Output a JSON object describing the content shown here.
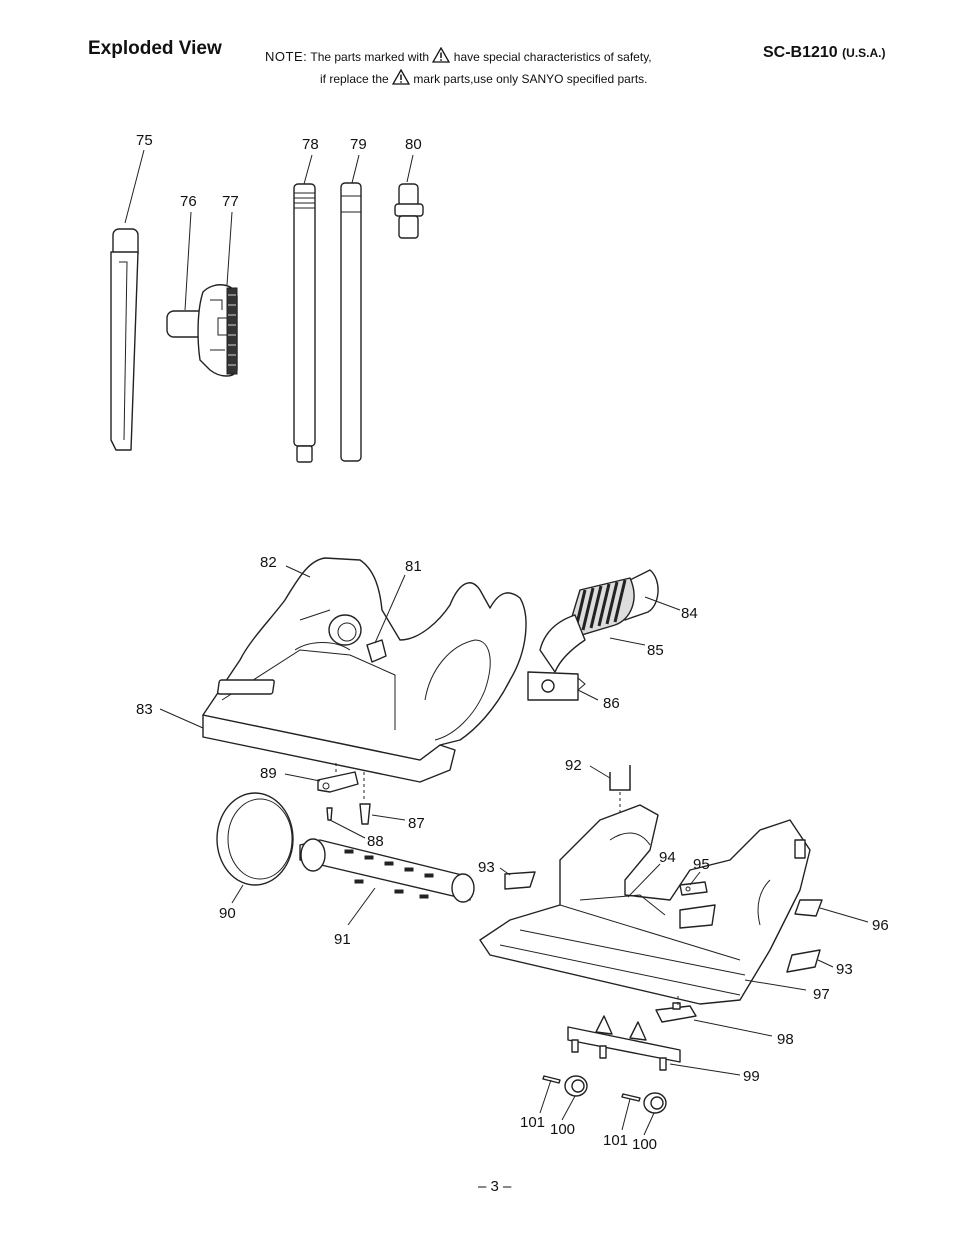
{
  "header": {
    "title": "Exploded View",
    "note_label": "NOTE:",
    "note_line1_pre": "The parts marked with",
    "note_line1_post": "have special characteristics of safety,",
    "note_line2_pre": "if replace the",
    "note_line2_post": "mark parts,use only SANYO specified parts.",
    "model": "SC-B1210",
    "region": "(U.S.A.)"
  },
  "footer": {
    "page": "– 3 –"
  },
  "parts": {
    "p75": "75",
    "p76": "76",
    "p77": "77",
    "p78": "78",
    "p79": "79",
    "p80": "80",
    "p81": "81",
    "p82": "82",
    "p83": "83",
    "p84": "84",
    "p85": "85",
    "p86": "86",
    "p87": "87",
    "p88": "88",
    "p89": "89",
    "p90": "90",
    "p91": "91",
    "p92": "92",
    "p93a": "93",
    "p93b": "93",
    "p94": "94",
    "p95": "95",
    "p96": "96",
    "p97": "97",
    "p98": "98",
    "p99": "99",
    "p100a": "100",
    "p100b": "100",
    "p101a": "101",
    "p101b": "101"
  }
}
